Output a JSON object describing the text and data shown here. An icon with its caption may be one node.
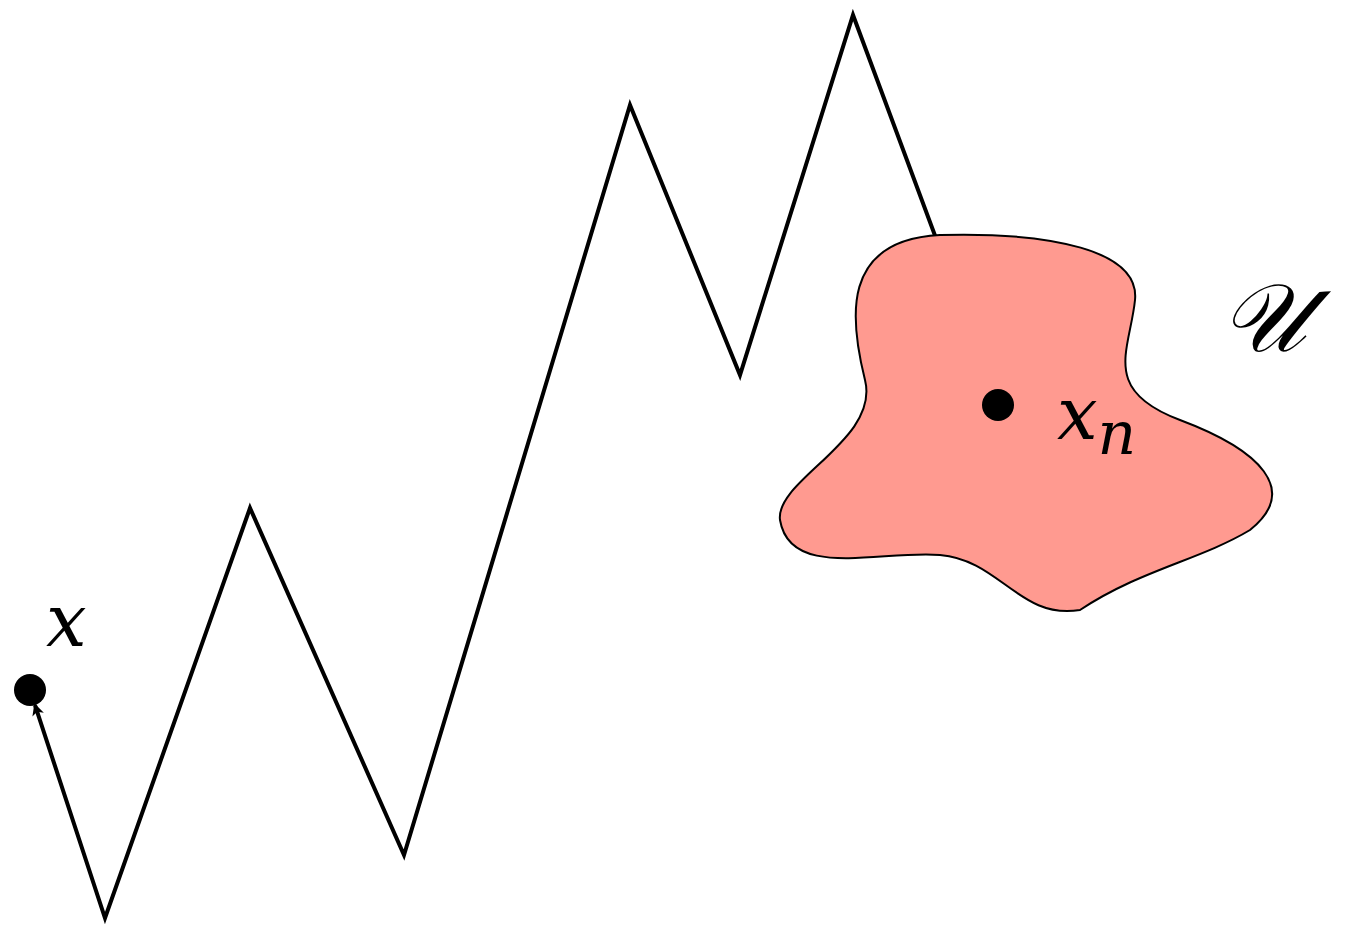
{
  "diagram": {
    "nodes": [
      {
        "text": [
          "𝒰"
        ]
      },
      {
        "text": [
          "x$_{n}$"
        ],
        "in": 0
      },
      {
        "text": [
          "x"
        ]
      }
    ],
    "edges": [
      {
        "from": 1,
        "to": 2,
        "arrow": "to"
      }
    ]
  }
}
